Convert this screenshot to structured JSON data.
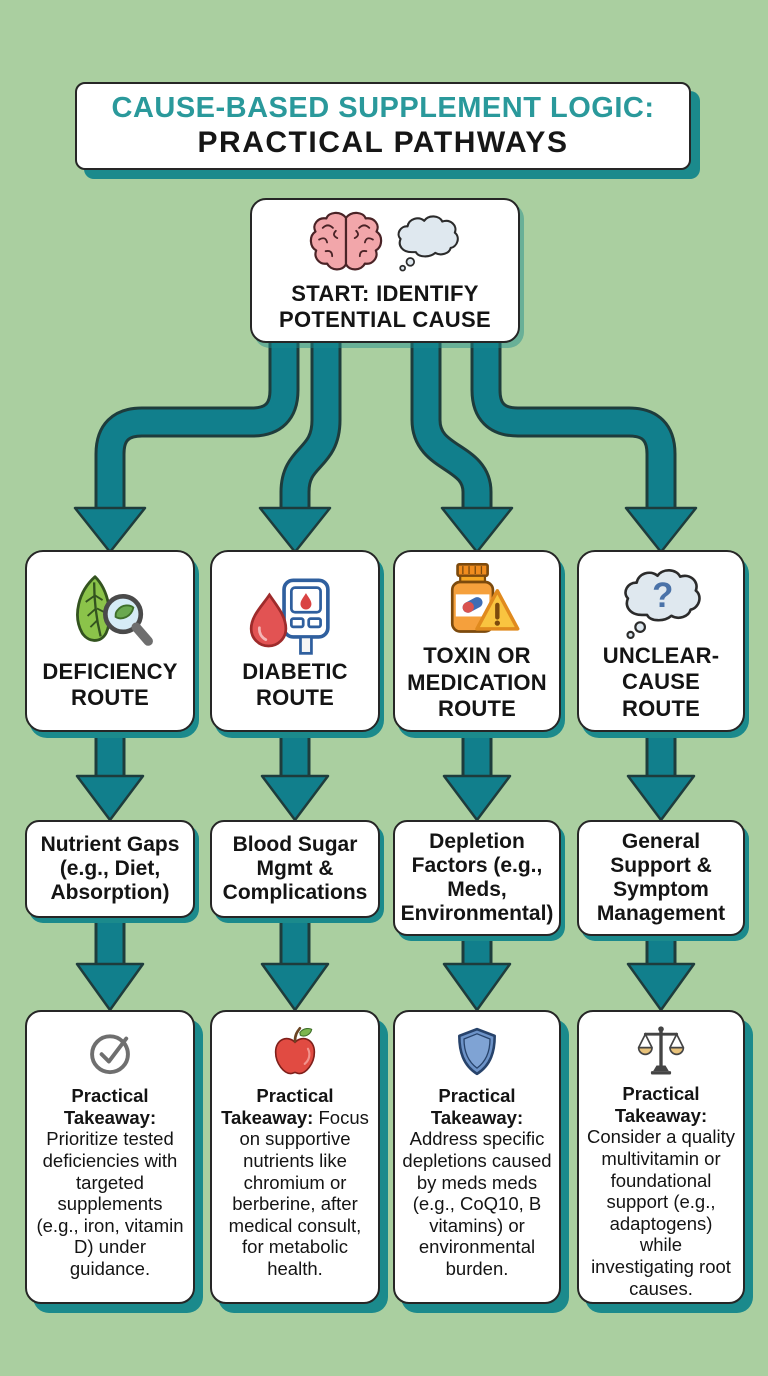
{
  "title": {
    "line1": "CAUSE-BASED SUPPLEMENT LOGIC:",
    "line2": "PRACTICAL PATHWAYS"
  },
  "start": {
    "label": "START: IDENTIFY POTENTIAL CAUSE",
    "icons": [
      "brain-icon",
      "thought-cloud-icon"
    ]
  },
  "columns": [
    {
      "route": "DEFICIENCY ROUTE",
      "route_icon": "leaf-magnifier-icon",
      "factor": "Nutrient Gaps (e.g., Diet, Absorption)",
      "takeaway_icon": "check-circle-icon",
      "takeaway_label": "Practical Takeaway:",
      "takeaway_text": "Prioritize tested deficiencies with targeted supplements (e.g., iron, vitamin D) under guidance."
    },
    {
      "route": "DIABETIC ROUTE",
      "route_icon": "blood-drop-glucose-meter-icon",
      "factor": "Blood Sugar Mgmt & Complications",
      "takeaway_icon": "apple-icon",
      "takeaway_label": "Practical Takeaway:",
      "takeaway_text": "Focus on supportive nutrients like chromium or berberine, after medical consult, for metabolic health."
    },
    {
      "route": "TOXIN OR MEDICATION ROUTE",
      "route_icon": "pill-bottle-warning-icon",
      "factor": "Depletion Factors (e.g., Meds, Environmental)",
      "takeaway_icon": "shield-icon",
      "takeaway_label": "Practical Takeaway:",
      "takeaway_text": "Address specific depletions caused by meds meds (e.g., CoQ10, B vitamins) or environmental burden."
    },
    {
      "route": "UNCLEAR-CAUSE ROUTE",
      "route_icon": "question-cloud-icon",
      "route_icon_glyph": "?",
      "factor": "General Support & Symptom Management",
      "takeaway_icon": "scales-icon",
      "takeaway_label": "Practical Takeaway:",
      "takeaway_text": "Consider a quality multivitamin or foundational support (e.g., adaptogens) while investigating root causes."
    }
  ],
  "colors": {
    "background": "#aacfa0",
    "arrow_teal": "#117f8c",
    "arrow_outline": "#1e3c3c",
    "title_teal": "#2a999b",
    "shadow_teal": "#1b8a8c",
    "box_white": "#ffffff",
    "text_dark": "#141414"
  }
}
